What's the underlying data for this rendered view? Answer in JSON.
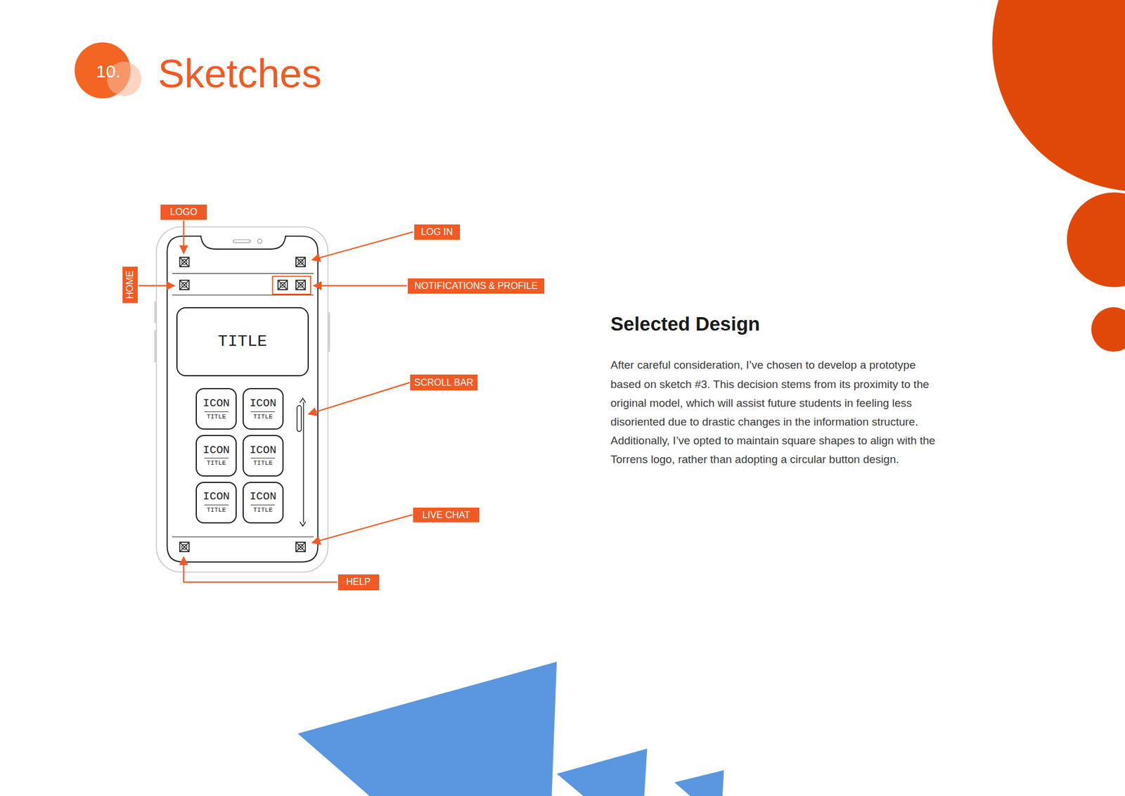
{
  "diagram": {
    "title": "Sketches",
    "nodes": [
      {
        "text": [
          "LOGO"
        ]
      },
      {
        "text": [
          "LOG IN"
        ]
      },
      {
        "text": [
          "HOME"
        ]
      },
      {
        "text": [
          "NOTIFICATIONS & PROFILE"
        ]
      },
      {
        "text": [
          "TITLE"
        ]
      },
      {
        "text": [
          "SCROLL BAR"
        ]
      },
      {
        "text": [
          "ICON",
          "TITLE"
        ]
      },
      {
        "text": [
          "ICON",
          "TITLE"
        ]
      },
      {
        "text": [
          "ICON",
          "TITLE"
        ]
      },
      {
        "text": [
          "ICON",
          "TITLE"
        ]
      },
      {
        "text": [
          "ICON",
          "TITLE"
        ]
      },
      {
        "text": [
          "ICON",
          "TITLE"
        ]
      },
      {
        "text": [
          "LIVE CHAT"
        ]
      },
      {
        "text": [
          "HELP"
        ]
      }
    ],
    "labels": [
      "10.",
      "Selected Design",
      "After careful consideration, I’ve chosen to develop a prototype based on sketch #3. This decision stems from its proximity to the original model, which will assist future students in feeling less disoriented due to drastic changes in the information structure. Additionally, I’ve opted to maintain square shapes to align with the Torrens logo, rather than adopting a circular button design."
    ]
  }
}
